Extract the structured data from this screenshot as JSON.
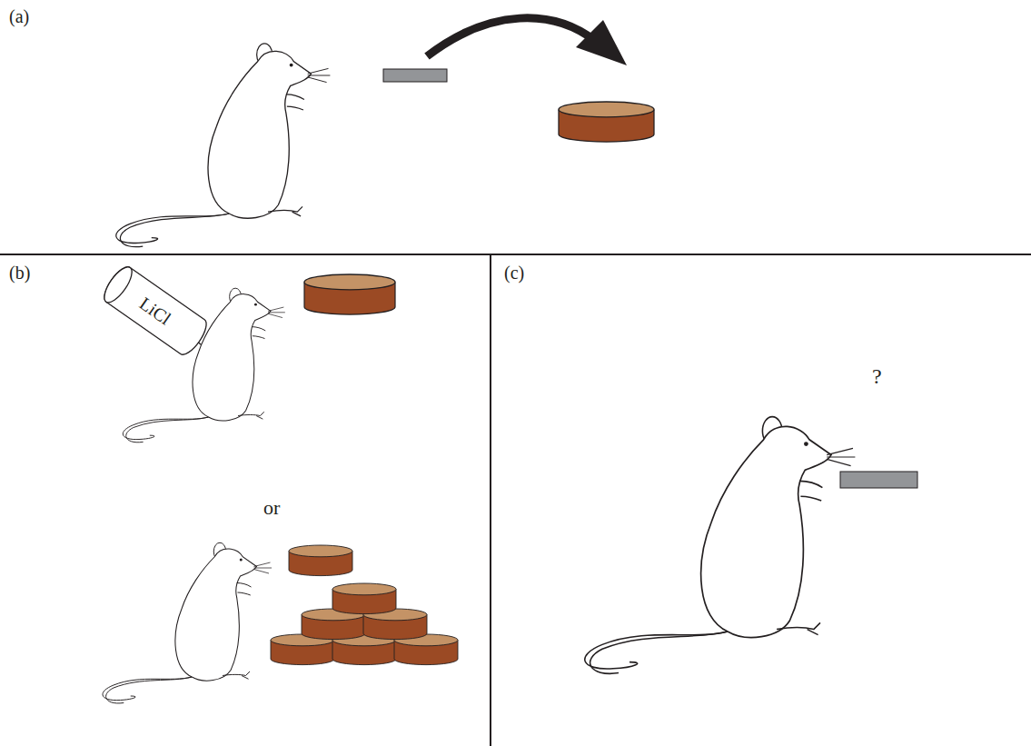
{
  "diagram": {
    "nodes": [
      {
        "text": [
          "LiCl"
        ]
      }
    ],
    "labels": [
      "(a)",
      "(b)",
      "(c)",
      "or",
      "?"
    ]
  }
}
